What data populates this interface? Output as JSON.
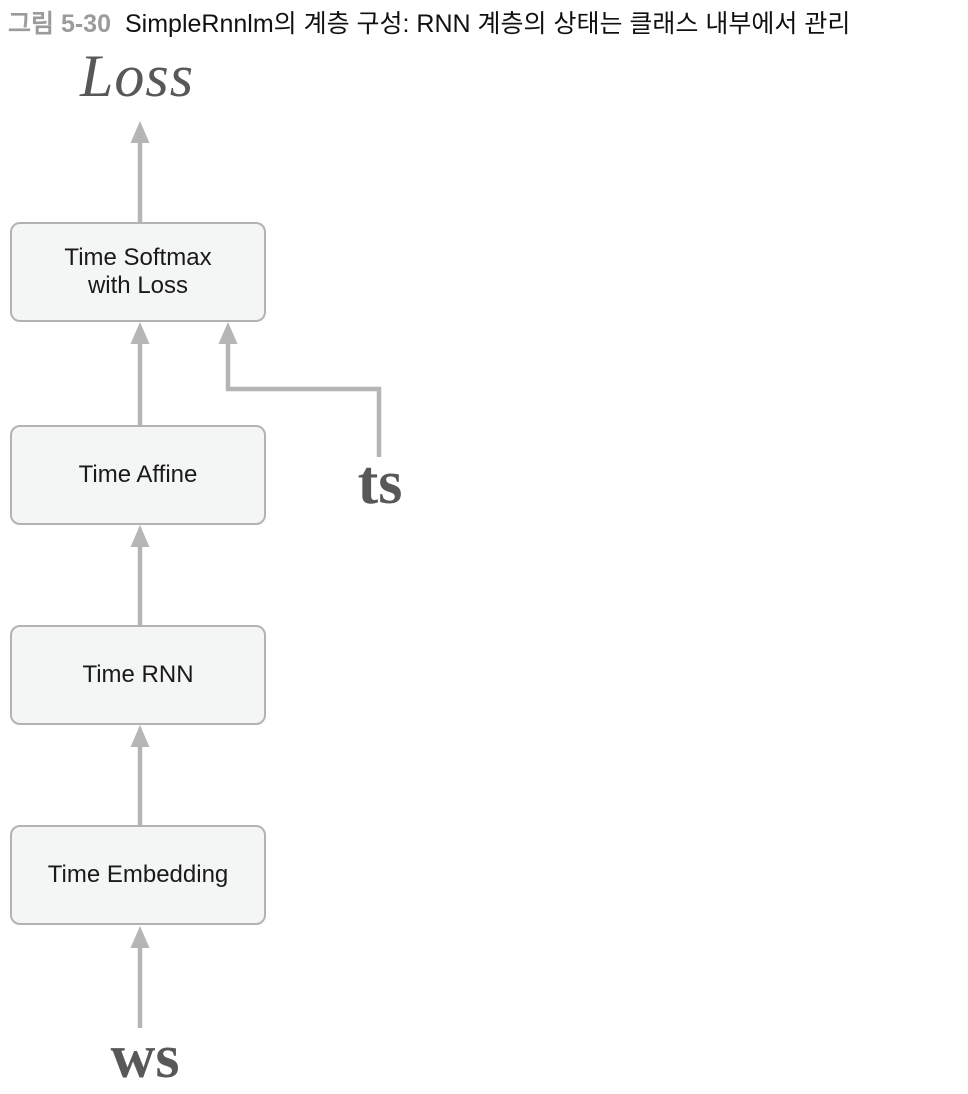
{
  "figure": {
    "number": "그림 5-30",
    "caption": "SimpleRnnlm의 계층 구성: RNN 계층의 상태는 클래스 내부에서 관리"
  },
  "diagram": {
    "output_label": "Loss",
    "layers": {
      "softmax_line1": "Time Softmax",
      "softmax_line2": "with Loss",
      "affine": "Time Affine",
      "rnn": "Time RNN",
      "embedding": "Time Embedding"
    },
    "inputs": {
      "ts": "ts",
      "ws": "ws"
    },
    "colors": {
      "box_fill": "#f4f5f5",
      "box_border": "#b3b3b3",
      "arrow": "#b5b5b5",
      "io_label_text": "#58585a",
      "figure_number_text": "#9b9b9b",
      "caption_text": "#111111",
      "box_label_text": "#1a1a1a"
    }
  }
}
